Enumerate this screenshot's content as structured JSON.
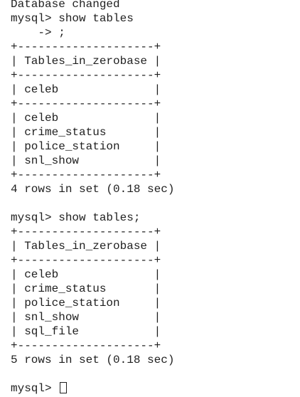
{
  "terminal": {
    "lines": [
      "Database changed",
      "mysql> show tables",
      "    -> ;",
      "+--------------------+",
      "| Tables_in_zerobase |",
      "+--------------------+",
      "| celeb              |",
      "+--------------------+",
      "| celeb              |",
      "| crime_status       |",
      "| police_station     |",
      "| snl_show           |",
      "+--------------------+",
      "4 rows in set (0.18 sec)",
      "",
      "mysql> show tables;",
      "+--------------------+",
      "| Tables_in_zerobase |",
      "+--------------------+",
      "| celeb              |",
      "| crime_status       |",
      "| police_station     |",
      "| snl_show           |",
      "| sql_file           |",
      "+--------------------+",
      "5 rows in set (0.18 sec)",
      ""
    ],
    "prompt": "mysql> "
  }
}
